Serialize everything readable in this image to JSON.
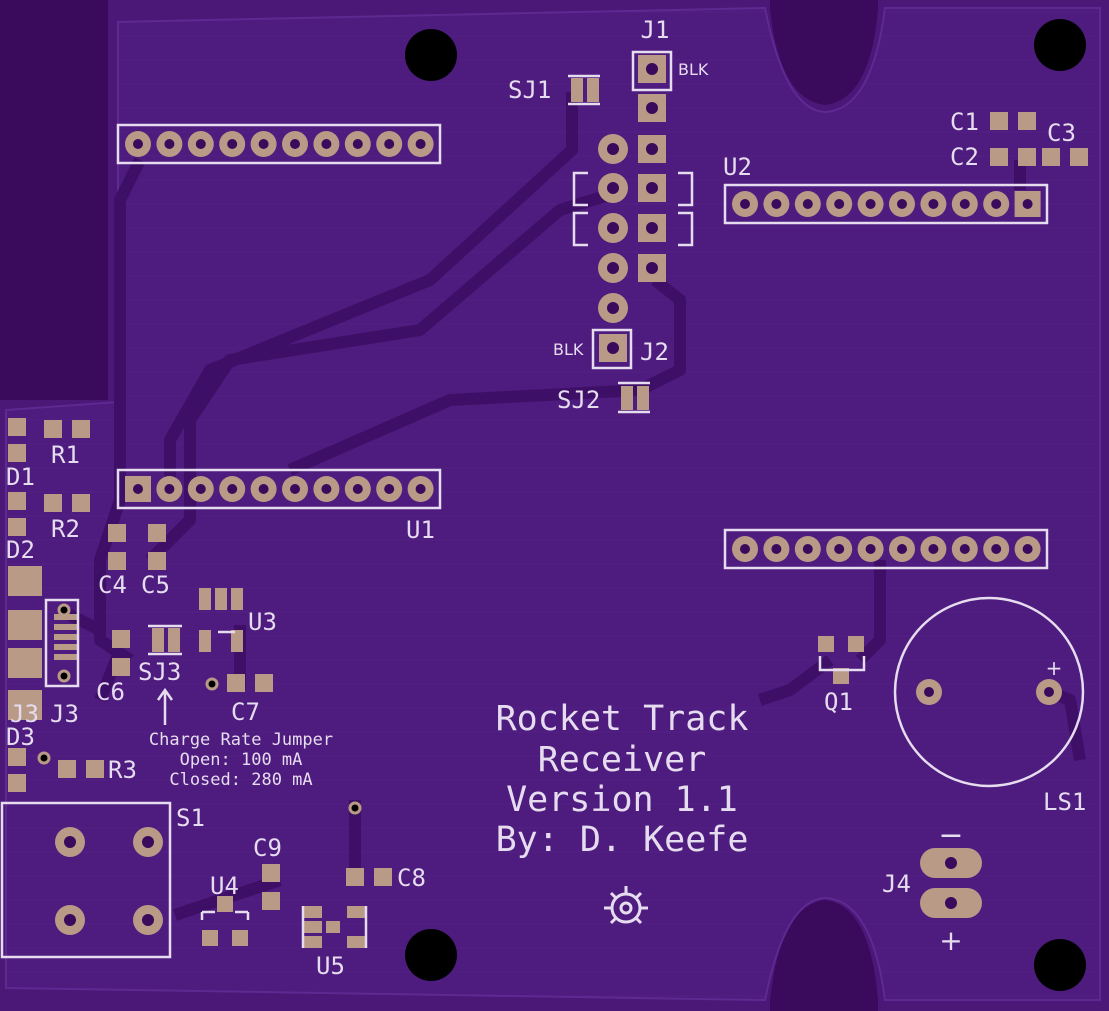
{
  "title_block": {
    "line1": "Rocket Track",
    "line2": "Receiver",
    "line3": "Version 1.1",
    "line4": "By: D. Keefe"
  },
  "refdes": {
    "J1": "J1",
    "J2": "J2",
    "J3": "J3",
    "J4": "J4",
    "SJ1": "SJ1",
    "SJ2": "SJ2",
    "SJ3": "SJ3",
    "U1": "U1",
    "U2": "U2",
    "U3": "U3",
    "U4": "U4",
    "U5": "U5",
    "C1": "C1",
    "C2": "C2",
    "C3": "C3",
    "C4": "C4",
    "C5": "C5",
    "C6": "C6",
    "C7": "C7",
    "C8": "C8",
    "C9": "C9",
    "R1": "R1",
    "R2": "R2",
    "R3": "R3",
    "D1": "D1",
    "D2": "D2",
    "D3": "D3",
    "Q1": "Q1",
    "S1": "S1",
    "LS1": "LS1"
  },
  "pin_labels": {
    "j1_blk": "BLK",
    "j2_blk": "BLK",
    "j4_minus": "−",
    "j4_plus": "+",
    "ls1_plus": "+"
  },
  "jumper_note": {
    "line1": "Charge Rate Jumper",
    "line2": "Open: 100 mA",
    "line3": "Closed: 280 mA"
  },
  "colors": {
    "board": "#4b1877",
    "copper_fill": "#4d1a7c",
    "trace": "#3f0f66",
    "silkscreen": "#e6dcef",
    "pad": "#b89a86",
    "drill": "#000000"
  }
}
